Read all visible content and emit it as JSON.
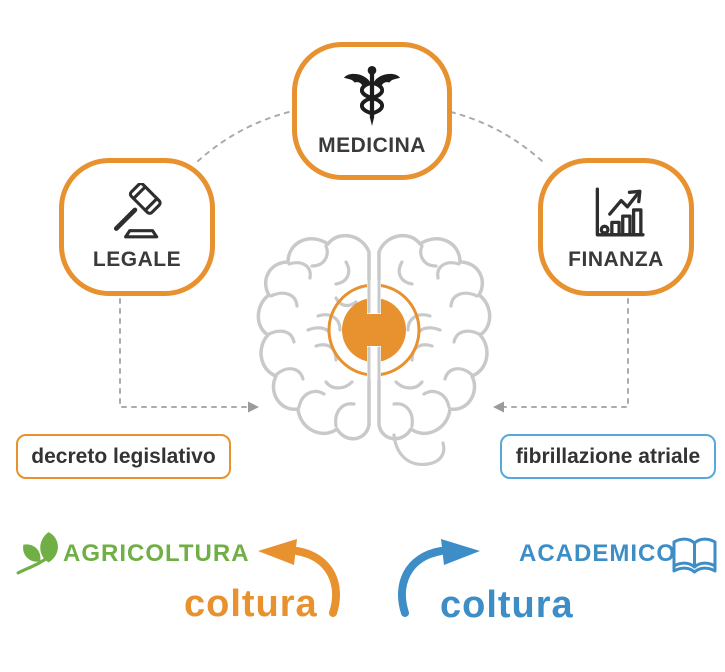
{
  "bubbles": [
    {
      "id": "medicina",
      "label": "MEDICINA",
      "icon": "caduceus-icon"
    },
    {
      "id": "legale",
      "label": "LEGALE",
      "icon": "gavel-icon"
    },
    {
      "id": "finanza",
      "label": "FINANZA",
      "icon": "bar-chart-icon"
    }
  ],
  "term_boxes": [
    {
      "id": "legal-term",
      "label": "decreto legislativo",
      "border_color": "#E8912F"
    },
    {
      "id": "medical-term",
      "label": "fibrillazione atriale",
      "border_color": "#58A7DB"
    }
  ],
  "bottom": {
    "left": {
      "category": "AGRICOLTURA",
      "word": "coltura",
      "icon": "leaf-icon",
      "arrow": "curved-arrow-left",
      "color": "#6FAF46",
      "word_color": "#E8912F"
    },
    "right": {
      "category": "ACADEMICO",
      "word": "coltura",
      "icon": "open-book-icon",
      "arrow": "curved-arrow-right",
      "color": "#3D8EC6",
      "word_color": "#3D8EC6"
    }
  },
  "center": {
    "illustration": "brain-outline-with-highlighted-node",
    "node_color": "#E8912F"
  },
  "colors": {
    "orange": "#E8912F",
    "blue": "#3D8EC6",
    "blue_border": "#58A7DB",
    "green": "#6FAF46",
    "dashed_gray": "#ABABAB",
    "brain_gray": "#C9C9C9",
    "icon_black": "#1d1d1d",
    "text_dark": "#3a3a3a"
  }
}
